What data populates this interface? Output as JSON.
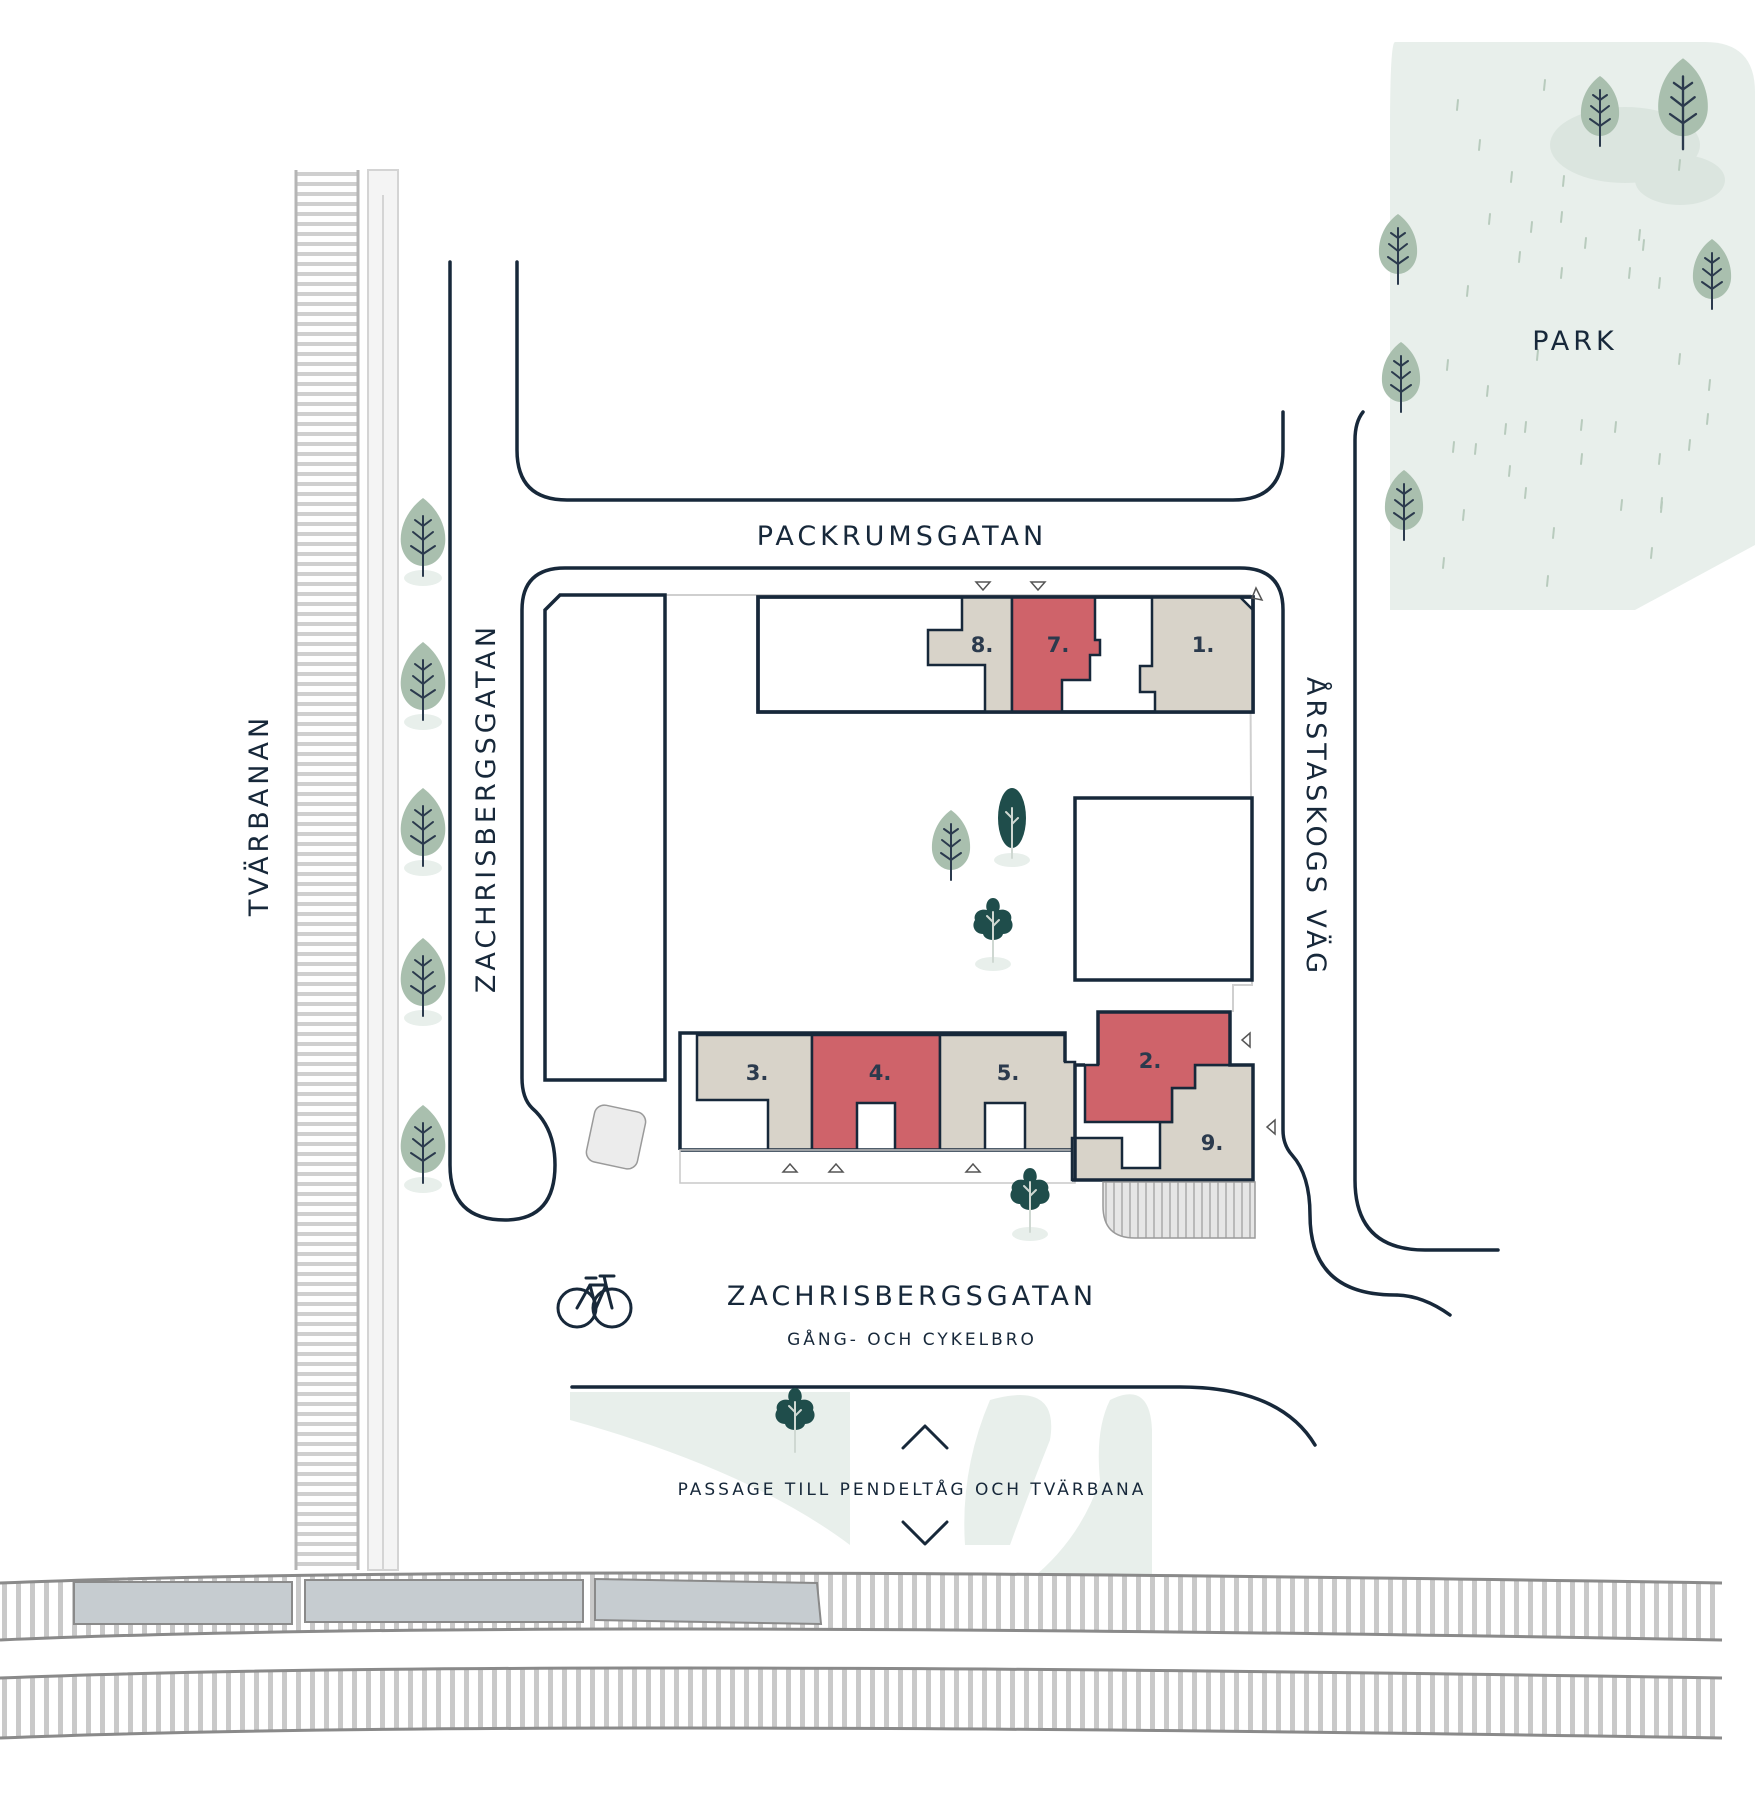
{
  "labels": {
    "park": "PARK",
    "packrumsgatan": "PACKRUMSGATAN",
    "zachrisbergsgatan_vertical": "ZACHRISBERGSGATAN",
    "tvarbanan": "TVÄRBANAN",
    "arstaskogs_vag": "ÅRSTASKOGS VÄG",
    "zachrisbergsgatan_bridge": "ZACHRISBERGSGATAN",
    "bridge_subtitle": "GÅNG- OCH CYKELBRO",
    "passage": "PASSAGE TILL PENDELTÅG OCH TVÄRBANA"
  },
  "units": [
    {
      "id": "1",
      "label": "1.",
      "status": "neutral"
    },
    {
      "id": "2",
      "label": "2.",
      "status": "highlighted"
    },
    {
      "id": "3",
      "label": "3.",
      "status": "neutral"
    },
    {
      "id": "4",
      "label": "4.",
      "status": "highlighted"
    },
    {
      "id": "5",
      "label": "5.",
      "status": "neutral"
    },
    {
      "id": "7",
      "label": "7.",
      "status": "highlighted"
    },
    {
      "id": "8",
      "label": "8.",
      "status": "neutral"
    },
    {
      "id": "9",
      "label": "9.",
      "status": "neutral"
    }
  ],
  "colors": {
    "road": "#17283a",
    "highlighted_unit": "#cf636a",
    "neutral_unit": "#d8d3c9",
    "park": "#e8efeb",
    "tree_light": "#a9bfae",
    "tree_dark": "#1f4d4b",
    "rail": "#bdbdbd",
    "platform": "#c6ccd0"
  },
  "icons": [
    "pine-tree-icon",
    "round-tree-icon",
    "bicycle-icon",
    "chevron-up-icon",
    "chevron-down-icon",
    "entrance-triangle-icon"
  ]
}
